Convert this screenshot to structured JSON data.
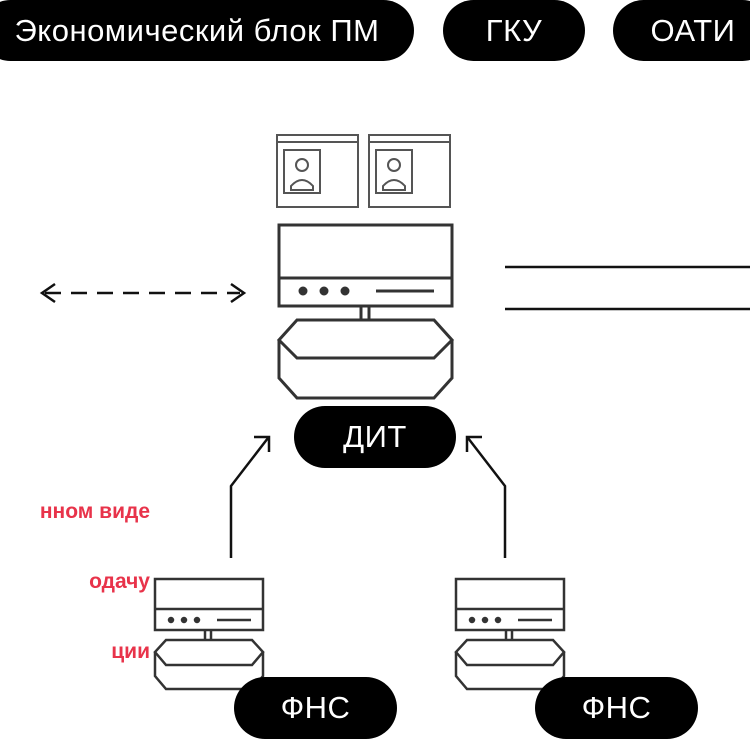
{
  "top_labels": [
    "Экономический блок ПМ",
    "ГКУ",
    "ОАТИ"
  ],
  "center_node": {
    "label": "ДИТ"
  },
  "source_nodes": [
    {
      "label": "ФНС"
    },
    {
      "label": "ФНС"
    }
  ],
  "side_note": {
    "lines": [
      "нном виде",
      "одачу",
      "ции"
    ],
    "color": "#e8334a"
  },
  "icons": [
    "user-card-icon",
    "user-card-icon",
    "server-icon",
    "server-icon",
    "server-icon"
  ],
  "colors": {
    "pill_bg": "#000000",
    "pill_text": "#ffffff",
    "line": "#111111",
    "icon_stroke": "#555555"
  }
}
